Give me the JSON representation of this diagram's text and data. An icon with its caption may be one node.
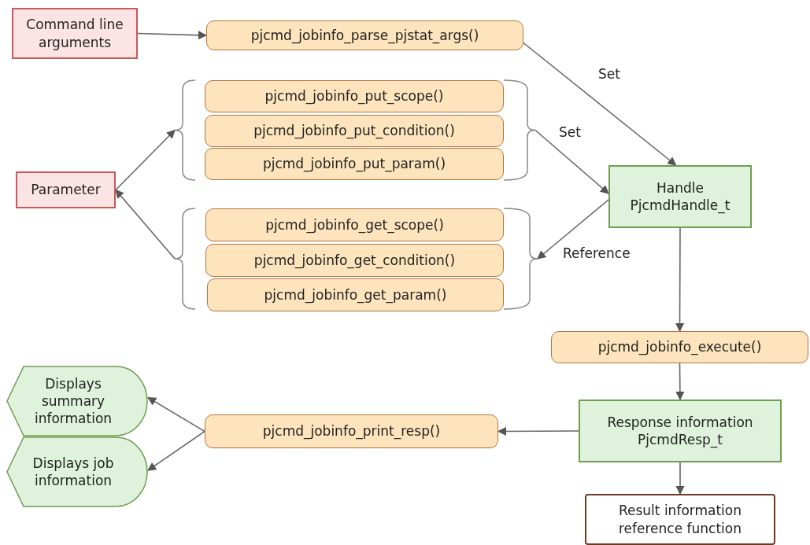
{
  "diagram": {
    "nodes": [
      {
        "text": [
          "Command line arguments"
        ]
      },
      {
        "text": [
          "pjcmd_jobinfo_parse_pjstat_args()"
        ]
      },
      {
        "text": [
          "pjcmd_jobinfo_put_scope()"
        ]
      },
      {
        "text": [
          "pjcmd_jobinfo_put_condition()"
        ]
      },
      {
        "text": [
          "pjcmd_jobinfo_put_param()"
        ]
      },
      {
        "text": [
          "Parameter"
        ]
      },
      {
        "text": [
          "pjcmd_jobinfo_get_scope()"
        ]
      },
      {
        "text": [
          "pjcmd_jobinfo_get_condition()"
        ]
      },
      {
        "text": [
          "pjcmd_jobinfo_get_param()"
        ]
      },
      {
        "text": [
          "Handle PjcmdHandle_t"
        ]
      },
      {
        "text": [
          "pjcmd_jobinfo_execute()"
        ]
      },
      {
        "text": [
          "Response information PjcmdResp_t"
        ]
      },
      {
        "text": [
          "pjcmd_jobinfo_print_resp()"
        ]
      },
      {
        "text": [
          "Displays summary information"
        ]
      },
      {
        "text": [
          "Displays job information"
        ]
      },
      {
        "text": [
          "Result information reference function"
        ]
      },
      {
        "text": [],
        "shape": "bracket"
      },
      {
        "text": [],
        "shape": "bracket"
      },
      {
        "text": [],
        "shape": "bracket"
      },
      {
        "text": [],
        "shape": "bracket"
      }
    ],
    "edges": [
      {
        "from": 0,
        "to": 1,
        "arrow": "to"
      },
      {
        "from": 1,
        "to": 9,
        "arrow": "to",
        "label": "Set"
      },
      {
        "from": 5,
        "to": 16,
        "arrow": "to"
      },
      {
        "from": 17,
        "to": 9,
        "arrow": "to",
        "label": "Set"
      },
      {
        "from": 9,
        "to": 19,
        "arrow": "to",
        "label": "Reference"
      },
      {
        "from": 18,
        "to": 5,
        "arrow": "to"
      },
      {
        "from": 9,
        "to": 10,
        "arrow": "to"
      },
      {
        "from": 10,
        "to": 11,
        "arrow": "to"
      },
      {
        "from": 11,
        "to": 12,
        "arrow": "to"
      },
      {
        "from": 12,
        "to": 13,
        "arrow": "to"
      },
      {
        "from": 12,
        "to": 14,
        "arrow": "to"
      },
      {
        "from": 11,
        "to": 15,
        "arrow": "to"
      }
    ]
  }
}
